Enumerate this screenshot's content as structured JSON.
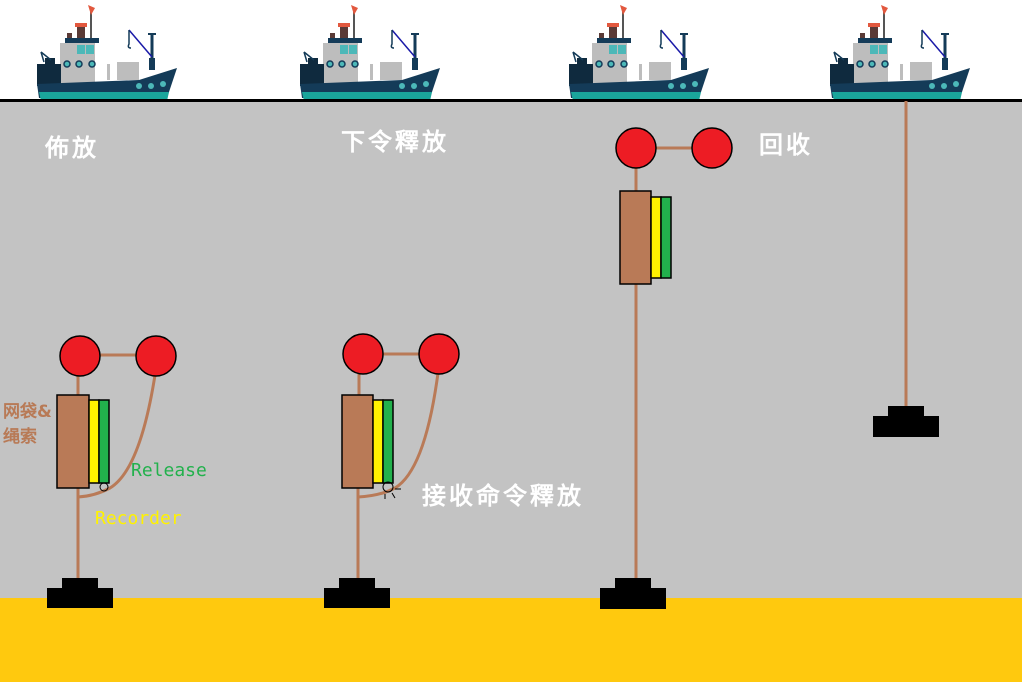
{
  "title": "Recorder deployment and recovery diagram",
  "colors": {
    "sky": "#ffffff",
    "water": "#c3c3c3",
    "seabed": "#ffc90e",
    "rope": "#b97a57",
    "float": "#ed1c24",
    "release": "#22b14c",
    "recorder": "#fff200",
    "anchor": "#000000"
  },
  "stages": [
    {
      "label": "佈放"
    },
    {
      "label": "下令釋放",
      "note": "接收命令釋放"
    },
    {
      "label": "回收"
    },
    {}
  ],
  "legend": {
    "net_rope_line1": "网袋&",
    "net_rope_line2": "绳索",
    "release": "Release",
    "recorder": "Recorder"
  }
}
